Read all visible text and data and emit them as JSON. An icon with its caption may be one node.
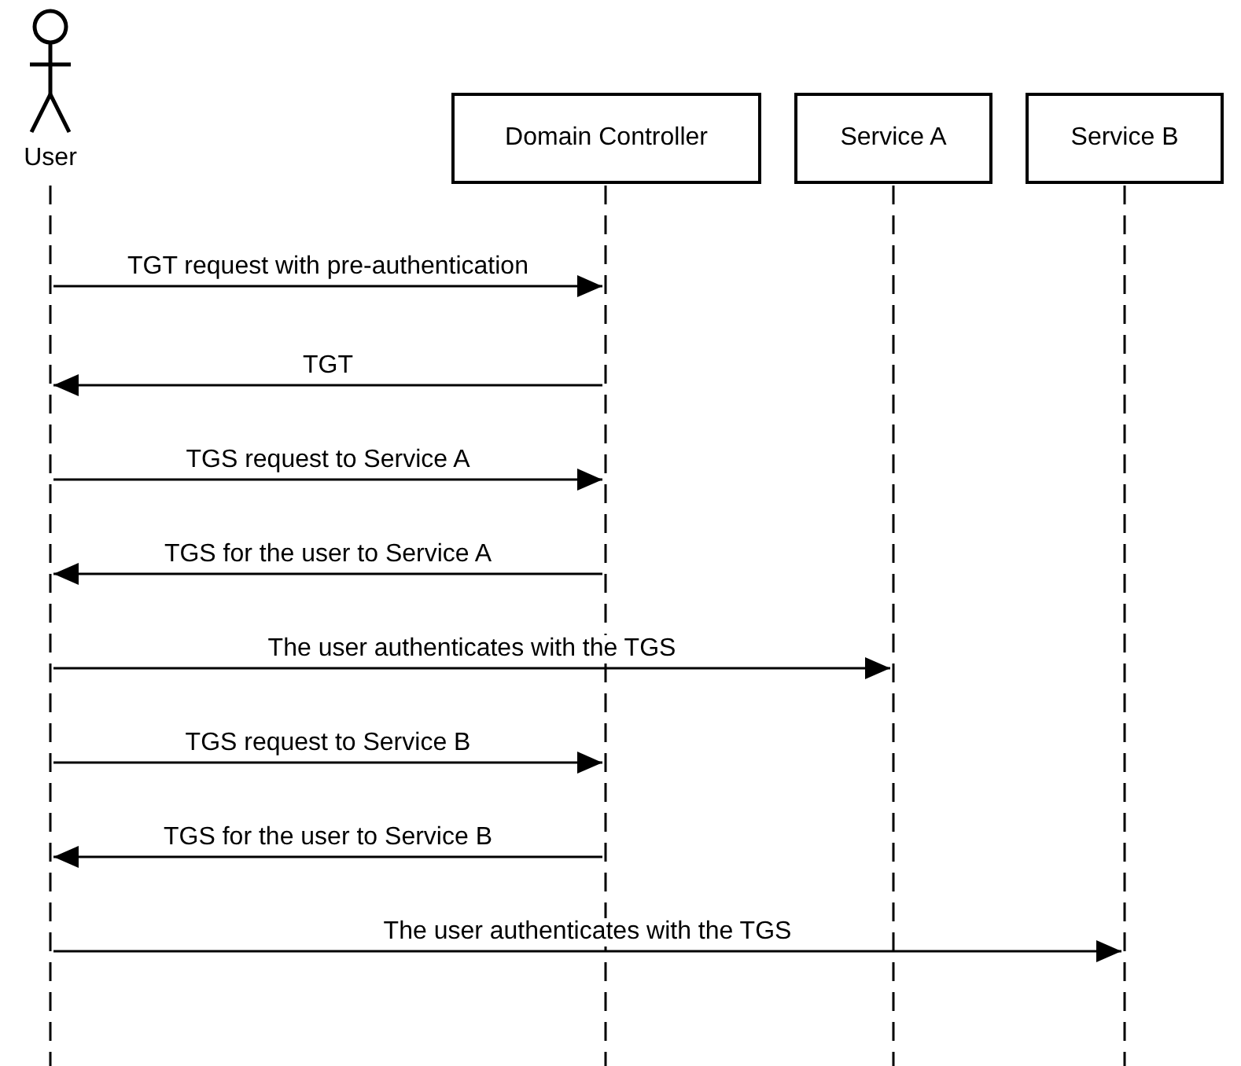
{
  "diagram": {
    "nodes": [
      {
        "text": [
          "User"
        ]
      },
      {
        "text": [
          "Domain Controller"
        ]
      },
      {
        "text": [
          "Service A"
        ]
      },
      {
        "text": [
          "Service B"
        ]
      },
      {
        "text": [],
        "shape": "line"
      },
      {
        "text": [],
        "shape": "line"
      },
      {
        "text": [],
        "shape": "line"
      },
      {
        "text": [],
        "shape": "line"
      }
    ],
    "edges": [
      {
        "from": 4,
        "to": 5,
        "arrow": "to",
        "label": "TGT request with pre-authentication"
      },
      {
        "from": 5,
        "to": 4,
        "arrow": "to",
        "label": "TGT"
      },
      {
        "from": 4,
        "to": 5,
        "arrow": "to",
        "label": "TGS request to Service A"
      },
      {
        "from": 5,
        "to": 4,
        "arrow": "to",
        "label": "TGS for the user to Service A"
      },
      {
        "from": 4,
        "to": 6,
        "arrow": "to",
        "label": "The user authenticates with the TGS"
      },
      {
        "from": 4,
        "to": 5,
        "arrow": "to",
        "label": "TGS request to Service B"
      },
      {
        "from": 5,
        "to": 4,
        "arrow": "to",
        "label": "TGS for the user to Service B"
      },
      {
        "from": 4,
        "to": 7,
        "arrow": "to",
        "label": "The user authenticates with the TGS"
      }
    ]
  }
}
